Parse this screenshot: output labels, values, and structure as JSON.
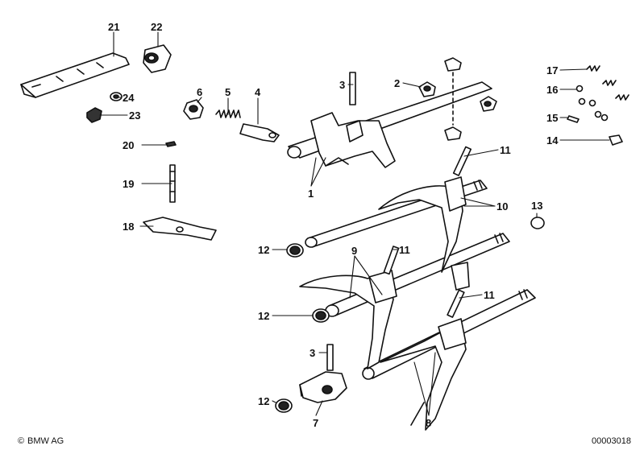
{
  "callouts": {
    "c1": "1",
    "c2": "2",
    "c3a": "3",
    "c3b": "3",
    "c4": "4",
    "c5": "5",
    "c6": "6",
    "c7": "7",
    "c8": "8",
    "c9": "9",
    "c10": "10",
    "c11a": "11",
    "c11b": "11",
    "c11c": "11",
    "c12a": "12",
    "c12b": "12",
    "c12c": "12",
    "c13": "13",
    "c14": "14",
    "c15": "15",
    "c16": "16",
    "c17": "17",
    "c18": "18",
    "c19": "19",
    "c20": "20",
    "c21": "21",
    "c22": "22",
    "c23": "23",
    "c24": "24"
  },
  "footer": {
    "copyright_symbol": "©",
    "brand": "BMW AG",
    "diagram_number": "00003018"
  }
}
